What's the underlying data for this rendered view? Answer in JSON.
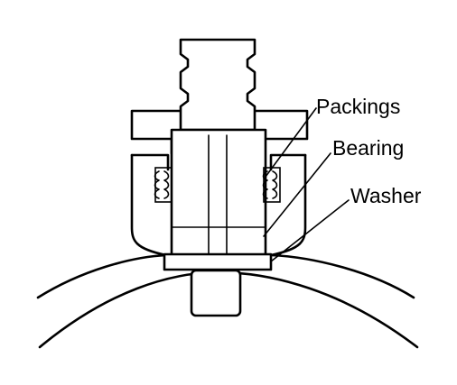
{
  "labels": {
    "packings": "Packings",
    "bearing": "Bearing",
    "washer": "Washer"
  }
}
